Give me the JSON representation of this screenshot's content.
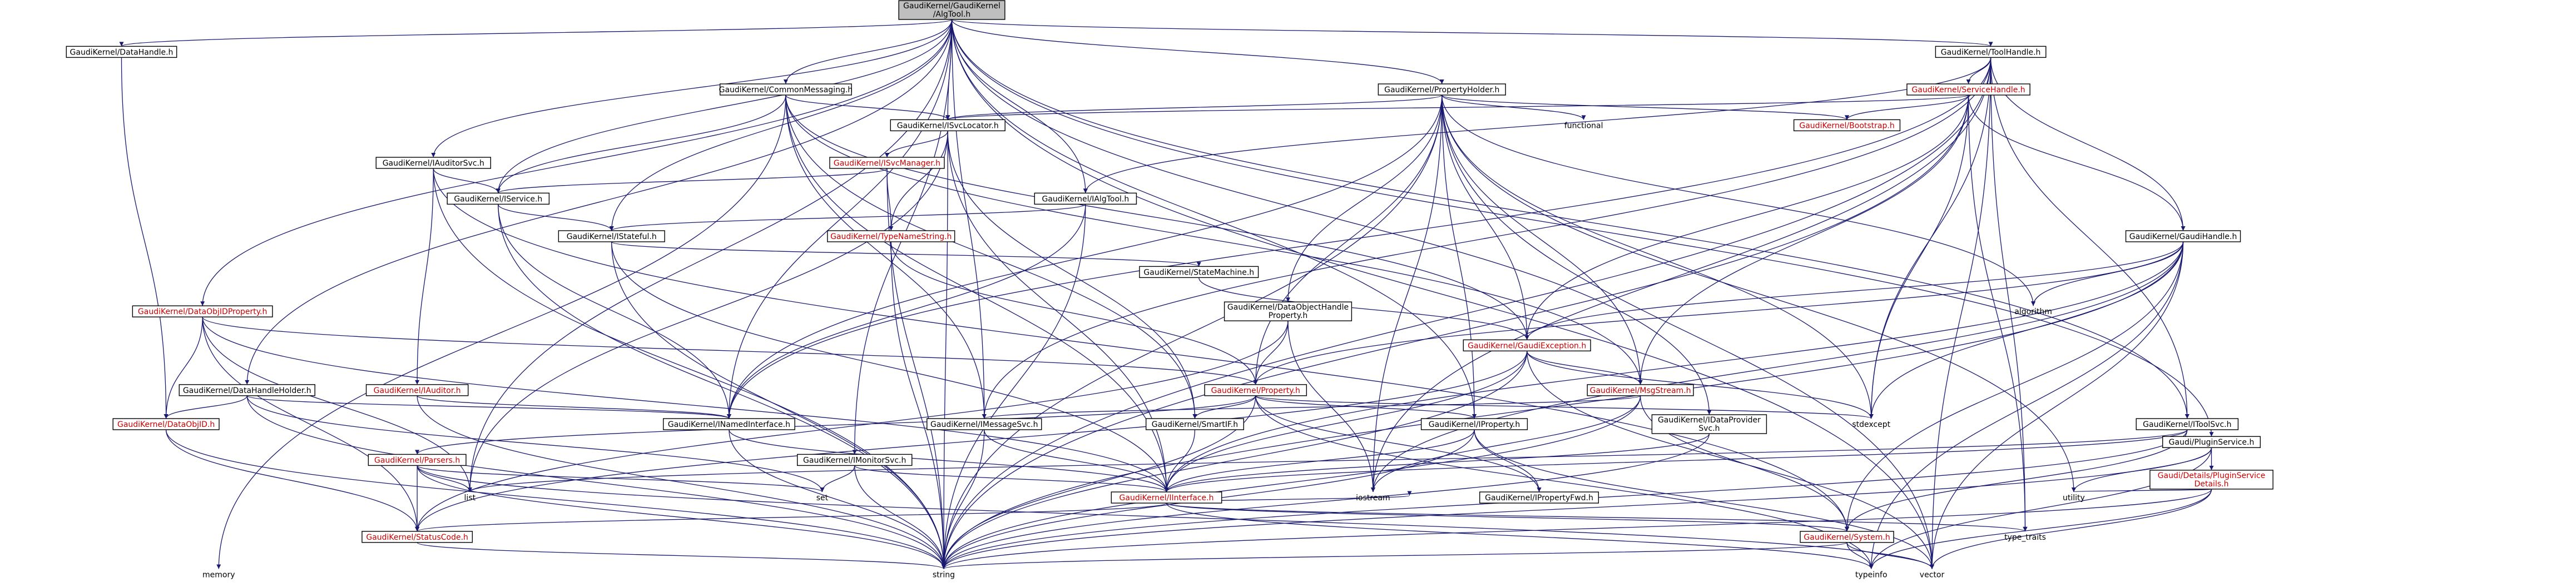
{
  "nodes": [
    {
      "id": "root",
      "label": [
        "GaudiKernel/GaudiKernel",
        "/AlgTool.h"
      ],
      "style": "root"
    },
    {
      "id": "datahandle",
      "label": [
        "GaudiKernel/DataHandle.h"
      ],
      "style": "box"
    },
    {
      "id": "commonmsg",
      "label": [
        "GaudiKernel/CommonMessaging.h"
      ],
      "style": "box"
    },
    {
      "id": "propholder",
      "label": [
        "GaudiKernel/PropertyHolder.h"
      ],
      "style": "box"
    },
    {
      "id": "toolhandle",
      "label": [
        "GaudiKernel/ToolHandle.h"
      ],
      "style": "box"
    },
    {
      "id": "servicehandle",
      "label": [
        "GaudiKernel/ServiceHandle.h"
      ],
      "style": "red"
    },
    {
      "id": "isvclocator",
      "label": [
        "GaudiKernel/ISvcLocator.h"
      ],
      "style": "box"
    },
    {
      "id": "isvcmanager",
      "label": [
        "GaudiKernel/ISvcManager.h"
      ],
      "style": "red"
    },
    {
      "id": "functional",
      "label": [
        "functional"
      ],
      "style": "plain"
    },
    {
      "id": "bootstrap",
      "label": [
        "GaudiKernel/Bootstrap.h"
      ],
      "style": "red"
    },
    {
      "id": "iauditorsvc",
      "label": [
        "GaudiKernel/IAuditorSvc.h"
      ],
      "style": "box"
    },
    {
      "id": "iservice",
      "label": [
        "GaudiKernel/IService.h"
      ],
      "style": "box"
    },
    {
      "id": "ialgtool",
      "label": [
        "GaudiKernel/IAlgTool.h"
      ],
      "style": "box"
    },
    {
      "id": "istateful",
      "label": [
        "GaudiKernel/IStateful.h"
      ],
      "style": "box"
    },
    {
      "id": "typenamestring",
      "label": [
        "GaudiKernel/TypeNameString.h"
      ],
      "style": "red"
    },
    {
      "id": "statemachine",
      "label": [
        "GaudiKernel/StateMachine.h"
      ],
      "style": "box"
    },
    {
      "id": "gaudihandle",
      "label": [
        "GaudiKernel/GaudiHandle.h"
      ],
      "style": "box"
    },
    {
      "id": "algorithm",
      "label": [
        "algorithm"
      ],
      "style": "plain"
    },
    {
      "id": "dataobjidprop",
      "label": [
        "GaudiKernel/DataObjIDProperty.h"
      ],
      "style": "red"
    },
    {
      "id": "dataobjhandleprop",
      "label": [
        "GaudiKernel/DataObjectHandle",
        "Property.h"
      ],
      "style": "box"
    },
    {
      "id": "gaudiexception",
      "label": [
        "GaudiKernel/GaudiException.h"
      ],
      "style": "red"
    },
    {
      "id": "ipluginservice",
      "label": [
        "Gaudi/PluginService.h"
      ],
      "style": "box"
    },
    {
      "id": "datahandleholder",
      "label": [
        "GaudiKernel/DataHandleHolder.h"
      ],
      "style": "box"
    },
    {
      "id": "iauditor",
      "label": [
        "GaudiKernel/IAuditor.h"
      ],
      "style": "red"
    },
    {
      "id": "property",
      "label": [
        "GaudiKernel/Property.h"
      ],
      "style": "red"
    },
    {
      "id": "msgstream",
      "label": [
        "GaudiKernel/MsgStream.h"
      ],
      "style": "red"
    },
    {
      "id": "details",
      "label": [
        "Gaudi/Details/PluginService",
        "Details.h"
      ],
      "style": "red"
    },
    {
      "id": "dataobjid",
      "label": [
        "GaudiKernel/DataObjID.h"
      ],
      "style": "red"
    },
    {
      "id": "parsers",
      "label": [
        "GaudiKernel/Parsers.h"
      ],
      "style": "red"
    },
    {
      "id": "inamedinterface",
      "label": [
        "GaudiKernel/INamedInterface.h"
      ],
      "style": "box"
    },
    {
      "id": "imessagesvc",
      "label": [
        "GaudiKernel/IMessageSvc.h"
      ],
      "style": "box"
    },
    {
      "id": "smartif",
      "label": [
        "GaudiKernel/SmartIF.h"
      ],
      "style": "box"
    },
    {
      "id": "stdexcept",
      "label": [
        "stdexcept"
      ],
      "style": "plain"
    },
    {
      "id": "iproperty",
      "label": [
        "GaudiKernel/IProperty.h"
      ],
      "style": "box"
    },
    {
      "id": "idataprovider",
      "label": [
        "GaudiKernel/IDataProvider",
        "Svc.h"
      ],
      "style": "box"
    },
    {
      "id": "itoolsvc",
      "label": [
        "GaudiKernel/IToolSvc.h"
      ],
      "style": "box"
    },
    {
      "id": "imonitorsvc",
      "label": [
        "GaudiKernel/IMonitorSvc.h"
      ],
      "style": "box"
    },
    {
      "id": "list",
      "label": [
        "list"
      ],
      "style": "plain"
    },
    {
      "id": "set",
      "label": [
        "set"
      ],
      "style": "plain"
    },
    {
      "id": "iostream",
      "label": [
        "iostream"
      ],
      "style": "plain"
    },
    {
      "id": "ipropertyfwd",
      "label": [
        "GaudiKernel/IPropertyFwd.h"
      ],
      "style": "box"
    },
    {
      "id": "utility",
      "label": [
        "utility"
      ],
      "style": "plain"
    },
    {
      "id": "iinterface",
      "label": [
        "GaudiKernel/IInterface.h"
      ],
      "style": "red"
    },
    {
      "id": "statuscode",
      "label": [
        "GaudiKernel/StatusCode.h"
      ],
      "style": "red"
    },
    {
      "id": "system",
      "label": [
        "GaudiKernel/System.h"
      ],
      "style": "red"
    },
    {
      "id": "typetraits",
      "label": [
        "type_traits"
      ],
      "style": "plain"
    },
    {
      "id": "memory",
      "label": [
        "memory"
      ],
      "style": "plain"
    },
    {
      "id": "string",
      "label": [
        "string"
      ],
      "style": "plain"
    },
    {
      "id": "typeinfo",
      "label": [
        "typeinfo"
      ],
      "style": "plain"
    },
    {
      "id": "vector",
      "label": [
        "vector"
      ],
      "style": "plain"
    }
  ],
  "edges": [
    [
      "root",
      "datahandle"
    ],
    [
      "root",
      "commonmsg"
    ],
    [
      "root",
      "propholder"
    ],
    [
      "root",
      "toolhandle"
    ],
    [
      "root",
      "isvclocator"
    ],
    [
      "root",
      "iauditorsvc"
    ],
    [
      "root",
      "iservice"
    ],
    [
      "root",
      "ialgtool"
    ],
    [
      "root",
      "istateful"
    ],
    [
      "root",
      "dataobjidprop"
    ],
    [
      "root",
      "datahandleholder"
    ],
    [
      "root",
      "inamedinterface"
    ],
    [
      "root",
      "imessagesvc"
    ],
    [
      "root",
      "iproperty"
    ],
    [
      "root",
      "idataprovider"
    ],
    [
      "root",
      "itoolsvc"
    ],
    [
      "root",
      "imonitorsvc"
    ],
    [
      "root",
      "list"
    ],
    [
      "root",
      "vector"
    ],
    [
      "root",
      "ipluginservice"
    ],
    [
      "datahandle",
      "dataobjid"
    ],
    [
      "commonmsg",
      "isvclocator"
    ],
    [
      "commonmsg",
      "iservice"
    ],
    [
      "commonmsg",
      "imessagesvc"
    ],
    [
      "commonmsg",
      "smartif"
    ],
    [
      "commonmsg",
      "msgstream"
    ],
    [
      "commonmsg",
      "gaudiexception"
    ],
    [
      "commonmsg",
      "memory"
    ],
    [
      "commonmsg",
      "iinterface"
    ],
    [
      "propholder",
      "isvclocator"
    ],
    [
      "propholder",
      "functional"
    ],
    [
      "propholder",
      "bootstrap"
    ],
    [
      "propholder",
      "dataobjhandleprop"
    ],
    [
      "propholder",
      "property"
    ],
    [
      "propholder",
      "iproperty"
    ],
    [
      "propholder",
      "msgstream"
    ],
    [
      "propholder",
      "gaudiexception"
    ],
    [
      "propholder",
      "inamedinterface"
    ],
    [
      "propholder",
      "stdexcept"
    ],
    [
      "propholder",
      "iostream"
    ],
    [
      "propholder",
      "algorithm"
    ],
    [
      "propholder",
      "string"
    ],
    [
      "propholder",
      "utility"
    ],
    [
      "propholder",
      "vector"
    ],
    [
      "toolhandle",
      "servicehandle"
    ],
    [
      "toolhandle",
      "gaudihandle"
    ],
    [
      "toolhandle",
      "itoolsvc"
    ],
    [
      "toolhandle",
      "ialgtool"
    ],
    [
      "toolhandle",
      "inamedinterface"
    ],
    [
      "toolhandle",
      "stdexcept"
    ],
    [
      "toolhandle",
      "iostream"
    ],
    [
      "toolhandle",
      "string"
    ],
    [
      "toolhandle",
      "typetraits"
    ],
    [
      "toolhandle",
      "vector"
    ],
    [
      "toolhandle",
      "imessagesvc"
    ],
    [
      "servicehandle",
      "bootstrap"
    ],
    [
      "servicehandle",
      "gaudihandle"
    ],
    [
      "servicehandle",
      "isvclocator"
    ],
    [
      "servicehandle",
      "msgstream"
    ],
    [
      "servicehandle",
      "gaudiexception"
    ],
    [
      "servicehandle",
      "stdexcept"
    ],
    [
      "servicehandle",
      "string"
    ],
    [
      "servicehandle",
      "typetraits"
    ],
    [
      "isvclocator",
      "isvcmanager"
    ],
    [
      "isvclocator",
      "typenamestring"
    ],
    [
      "isvclocator",
      "smartif"
    ],
    [
      "isvclocator",
      "iinterface"
    ],
    [
      "isvclocator",
      "list"
    ],
    [
      "isvclocator",
      "string"
    ],
    [
      "isvcmanager",
      "iservice"
    ],
    [
      "isvcmanager",
      "typenamestring"
    ],
    [
      "isvcmanager",
      "string"
    ],
    [
      "iauditorsvc",
      "iservice"
    ],
    [
      "iauditorsvc",
      "iauditor"
    ],
    [
      "iauditorsvc",
      "string"
    ],
    [
      "iauditorsvc",
      "system"
    ],
    [
      "iservice",
      "istateful"
    ],
    [
      "iservice",
      "inamedinterface"
    ],
    [
      "iservice",
      "string"
    ],
    [
      "ialgtool",
      "istateful"
    ],
    [
      "ialgtool",
      "inamedinterface"
    ],
    [
      "ialgtool",
      "string"
    ],
    [
      "istateful",
      "statemachine"
    ],
    [
      "istateful",
      "iinterface"
    ],
    [
      "istateful",
      "string"
    ],
    [
      "typenamestring",
      "property"
    ],
    [
      "typenamestring",
      "string"
    ],
    [
      "statemachine",
      "gaudiexception"
    ],
    [
      "gaudihandle",
      "gaudiexception"
    ],
    [
      "gaudihandle",
      "property"
    ],
    [
      "gaudihandle",
      "system"
    ],
    [
      "gaudihandle",
      "algorithm"
    ],
    [
      "gaudihandle",
      "stdexcept"
    ],
    [
      "gaudihandle",
      "iostream"
    ],
    [
      "gaudihandle",
      "string"
    ],
    [
      "gaudihandle",
      "typeinfo"
    ],
    [
      "gaudihandle",
      "vector"
    ],
    [
      "gaudihandle",
      "iinterface"
    ],
    [
      "dataobjidprop",
      "dataobjid"
    ],
    [
      "dataobjidprop",
      "property"
    ],
    [
      "dataobjidprop",
      "iinterface"
    ],
    [
      "dataobjidprop",
      "statuscode"
    ],
    [
      "dataobjidprop",
      "list"
    ],
    [
      "dataobjhandleprop",
      "property"
    ],
    [
      "dataobjhandleprop",
      "iostream"
    ],
    [
      "dataobjhandleprop",
      "statuscode"
    ],
    [
      "gaudiexception",
      "iinterface"
    ],
    [
      "gaudiexception",
      "msgstream"
    ],
    [
      "gaudiexception",
      "statuscode"
    ],
    [
      "gaudiexception",
      "string"
    ],
    [
      "gaudiexception",
      "vector"
    ],
    [
      "gaudiexception",
      "stdexcept"
    ],
    [
      "ipluginservice",
      "details"
    ],
    [
      "ipluginservice",
      "string"
    ],
    [
      "ipluginservice",
      "typeinfo"
    ],
    [
      "ipluginservice",
      "utility"
    ],
    [
      "details",
      "string"
    ],
    [
      "details",
      "typeinfo"
    ],
    [
      "details",
      "utility"
    ],
    [
      "details",
      "vector"
    ],
    [
      "datahandleholder",
      "dataobjid"
    ],
    [
      "datahandleholder",
      "inamedinterface"
    ],
    [
      "datahandleholder",
      "string"
    ],
    [
      "datahandleholder",
      "set"
    ],
    [
      "iauditor",
      "inamedinterface"
    ],
    [
      "iauditor",
      "string"
    ],
    [
      "property",
      "iproperty"
    ],
    [
      "property",
      "parsers"
    ],
    [
      "property",
      "smartif"
    ],
    [
      "property",
      "stdexcept"
    ],
    [
      "property",
      "string"
    ],
    [
      "property",
      "ipropertyfwd"
    ],
    [
      "property",
      "typeinfo"
    ],
    [
      "msgstream",
      "imessagesvc"
    ],
    [
      "msgstream",
      "system"
    ],
    [
      "msgstream",
      "iostream"
    ],
    [
      "msgstream",
      "string"
    ],
    [
      "dataobjid",
      "statuscode"
    ],
    [
      "dataobjid",
      "string"
    ],
    [
      "parsers",
      "list"
    ],
    [
      "parsers",
      "set"
    ],
    [
      "parsers",
      "statuscode"
    ],
    [
      "parsers",
      "string"
    ],
    [
      "parsers",
      "vector"
    ],
    [
      "inamedinterface",
      "iinterface"
    ],
    [
      "inamedinterface",
      "string"
    ],
    [
      "imessagesvc",
      "iinterface"
    ],
    [
      "imessagesvc",
      "string"
    ],
    [
      "smartif",
      "iinterface"
    ],
    [
      "iproperty",
      "iinterface"
    ],
    [
      "iproperty",
      "ipropertyfwd"
    ],
    [
      "iproperty",
      "string"
    ],
    [
      "iproperty",
      "vector"
    ],
    [
      "idataprovider",
      "iinterface"
    ],
    [
      "idataprovider",
      "string"
    ],
    [
      "itoolsvc",
      "iinterface"
    ],
    [
      "itoolsvc",
      "list"
    ],
    [
      "itoolsvc",
      "string"
    ],
    [
      "itoolsvc",
      "system"
    ],
    [
      "imonitorsvc",
      "iinterface"
    ],
    [
      "imonitorsvc",
      "set"
    ],
    [
      "imonitorsvc",
      "string"
    ],
    [
      "iinterface",
      "statuscode"
    ],
    [
      "iinterface",
      "system"
    ],
    [
      "iinterface",
      "typetraits"
    ],
    [
      "iinterface",
      "typeinfo"
    ],
    [
      "iinterface",
      "ostream"
    ],
    [
      "statuscode",
      "string"
    ],
    [
      "system",
      "typeinfo"
    ],
    [
      "system",
      "string"
    ],
    [
      "system",
      "vector"
    ]
  ]
}
